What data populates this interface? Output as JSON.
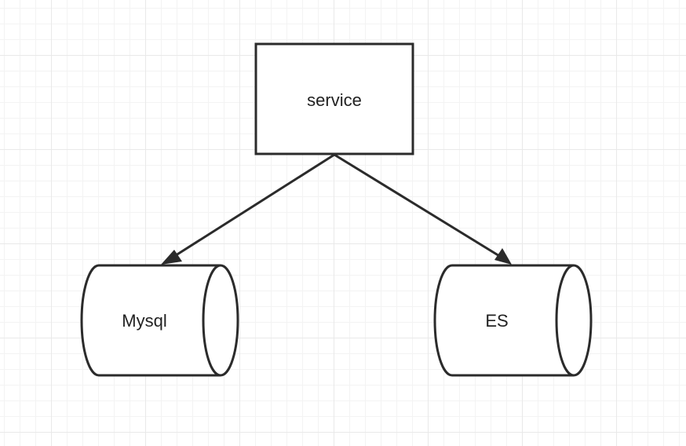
{
  "nodes": {
    "service": {
      "label": "service",
      "shape": "rectangle"
    },
    "mysql": {
      "label": "Mysql",
      "shape": "cylinder"
    },
    "es": {
      "label": "ES",
      "shape": "cylinder"
    }
  },
  "edges": [
    {
      "from": "service",
      "to": "mysql"
    },
    {
      "from": "service",
      "to": "es"
    }
  ],
  "colors": {
    "stroke": "#2b2b2b",
    "fill": "#ffffff",
    "grid": "#e9e9e9"
  }
}
